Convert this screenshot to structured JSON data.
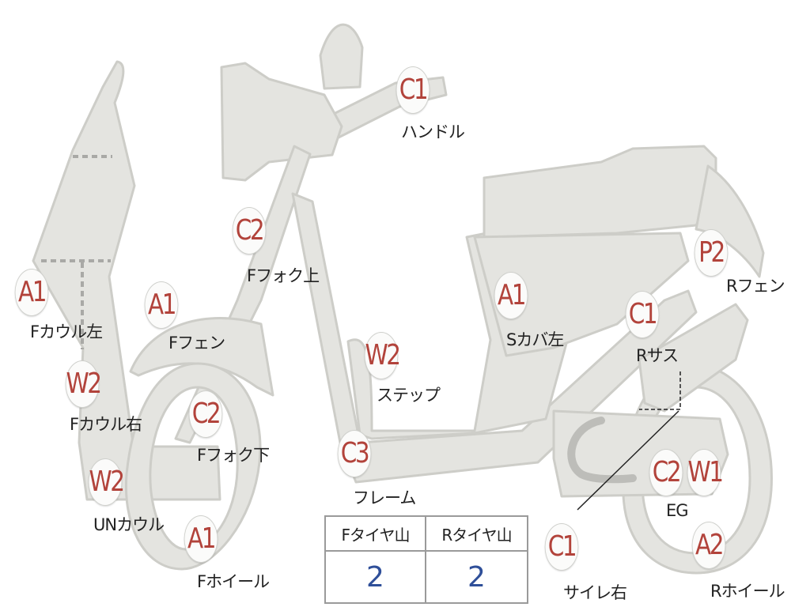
{
  "parts": [
    {
      "id": "handle",
      "grade": "C1",
      "label": "ハンドル"
    },
    {
      "id": "f-fork-upper",
      "grade": "C2",
      "label": "Fフォク上"
    },
    {
      "id": "f-cowl-left",
      "grade": "A1",
      "label": "Fカウル左"
    },
    {
      "id": "f-fender",
      "grade": "A1",
      "label": "Fフェン"
    },
    {
      "id": "f-cowl-right",
      "grade": "W2",
      "label": "Fカウル右"
    },
    {
      "id": "f-fork-lower",
      "grade": "C2",
      "label": "Fフォク下"
    },
    {
      "id": "un-cowl",
      "grade": "W2",
      "label": "UNカウル"
    },
    {
      "id": "f-wheel",
      "grade": "A1",
      "label": "Fホイール"
    },
    {
      "id": "step",
      "grade": "W2",
      "label": "ステップ"
    },
    {
      "id": "frame",
      "grade": "C3",
      "label": "フレーム"
    },
    {
      "id": "s-cover-left",
      "grade": "A1",
      "label": "Sカバ左"
    },
    {
      "id": "r-suspension",
      "grade": "C1",
      "label": "Rサス"
    },
    {
      "id": "r-fender",
      "grade": "P2",
      "label": "Rフェン"
    },
    {
      "id": "engine-c2",
      "grade": "C2",
      "label": ""
    },
    {
      "id": "engine-w1",
      "grade": "W1",
      "label": "EG"
    },
    {
      "id": "muffler-right",
      "grade": "C1",
      "label": "サイレ右"
    },
    {
      "id": "r-wheel",
      "grade": "A2",
      "label": "Rホイール"
    }
  ],
  "tire_table": {
    "headers": [
      "Fタイヤ山",
      "Rタイヤ山"
    ],
    "values": [
      "2",
      "2"
    ]
  },
  "colors": {
    "part_fill": "#e4e4e0",
    "part_stroke": "#cdcdc8",
    "grade_text": "#b2433b",
    "value_text": "#2f4f99"
  }
}
